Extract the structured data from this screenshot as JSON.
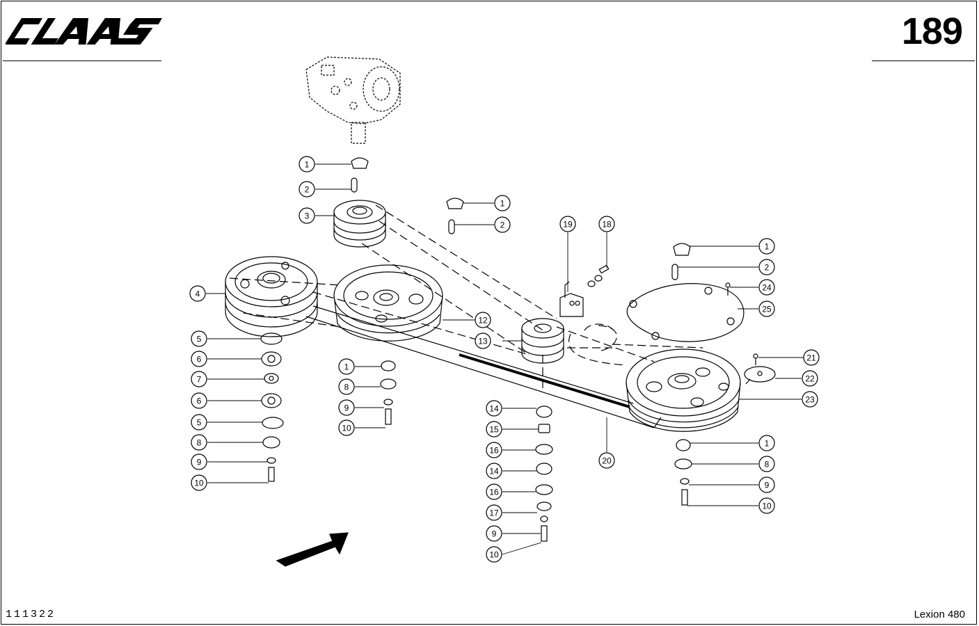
{
  "brand": {
    "name": "CLAAS"
  },
  "header": {
    "page_number": "189"
  },
  "footer": {
    "drawing_number": "111322",
    "model": "Lexion 480"
  },
  "callouts": [
    {
      "label": "1"
    },
    {
      "label": "2"
    },
    {
      "label": "3"
    },
    {
      "label": "1"
    },
    {
      "label": "2"
    },
    {
      "label": "19"
    },
    {
      "label": "18"
    },
    {
      "label": "1"
    },
    {
      "label": "2"
    },
    {
      "label": "24"
    },
    {
      "label": "25"
    },
    {
      "label": "4"
    },
    {
      "label": "12"
    },
    {
      "label": "13"
    },
    {
      "label": "5"
    },
    {
      "label": "6"
    },
    {
      "label": "7"
    },
    {
      "label": "6"
    },
    {
      "label": "5"
    },
    {
      "label": "8"
    },
    {
      "label": "9"
    },
    {
      "label": "10"
    },
    {
      "label": "1"
    },
    {
      "label": "8"
    },
    {
      "label": "9"
    },
    {
      "label": "10"
    },
    {
      "label": "21"
    },
    {
      "label": "22"
    },
    {
      "label": "23"
    },
    {
      "label": "14"
    },
    {
      "label": "15"
    },
    {
      "label": "16"
    },
    {
      "label": "14"
    },
    {
      "label": "16"
    },
    {
      "label": "17"
    },
    {
      "label": "9"
    },
    {
      "label": "10"
    },
    {
      "label": "20"
    },
    {
      "label": "1"
    },
    {
      "label": "8"
    },
    {
      "label": "9"
    },
    {
      "label": "10"
    }
  ]
}
